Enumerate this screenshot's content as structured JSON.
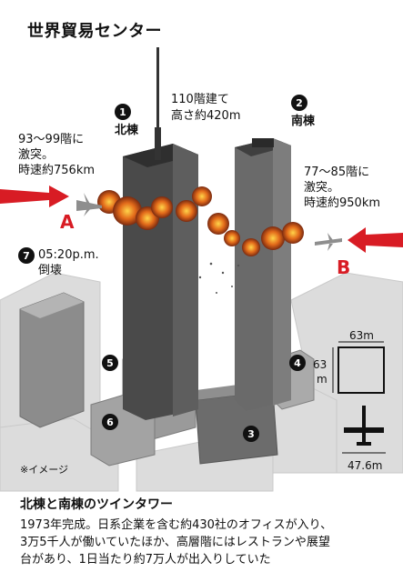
{
  "title": "世界貿易センター",
  "north_tower": {
    "marker": "1",
    "label": "北棟",
    "height_lines": [
      "110階建て",
      "高さ約420m"
    ],
    "impact_lines": [
      "93～99階に",
      "激突。",
      "時速約756km"
    ],
    "arrow_letter": "A"
  },
  "south_tower": {
    "marker": "2",
    "label": "南棟",
    "impact_lines": [
      "77～85階に",
      "激突。",
      "時速約950km"
    ],
    "arrow_letter": "B"
  },
  "collapse": {
    "marker": "7",
    "time": "05:20p.m.",
    "label": "倒壊"
  },
  "building_markers": [
    "3",
    "4",
    "5",
    "6"
  ],
  "dimensions": {
    "width_top": "63m",
    "width_side": "63",
    "width_side_unit": "m",
    "plane_span": "47.6m"
  },
  "note": "※イメージ",
  "description_title": "北棟と南棟のツインタワー",
  "description_lines": [
    "1973年完成。日系企業を含む約430社のオフィスが入り、",
    "3万5千人が働いていたほか、高層階にはレストランや展望",
    "台があり、1日当たり約7万人が出入りしていた"
  ],
  "colors": {
    "tower": "#4a4a4a",
    "tower_light": "#6a6a6a",
    "arrow": "#d81c24",
    "fire": "#e26a1a"
  }
}
